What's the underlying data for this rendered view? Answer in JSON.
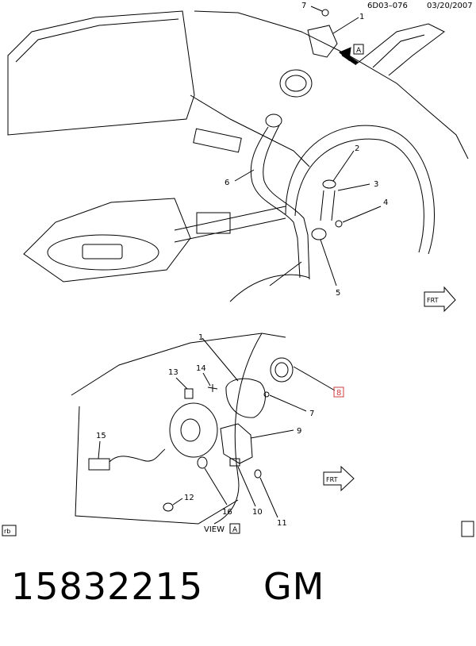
{
  "header": {
    "code": "6D03–076",
    "date": "03/20/2007"
  },
  "callouts": {
    "c1_top": "1",
    "c2": "2",
    "c3": "3",
    "c4": "4",
    "c5": "5",
    "c6": "6",
    "c7_top": "7",
    "c1_bottom": "1",
    "c7_bottom": "7",
    "c8": "8",
    "c9": "9",
    "c10": "10",
    "c11": "11",
    "c12": "12",
    "c13": "13",
    "c14": "14",
    "c15": "15",
    "c16": "16"
  },
  "view_marker": {
    "letter": "A"
  },
  "view_label": {
    "text": "VIEW",
    "letter": "A"
  },
  "front_labels": {
    "top": "FRT",
    "bottom": "FRT"
  },
  "corner_badge": "rb",
  "footer": {
    "part_number": "15832215",
    "make": "GM"
  },
  "colors": {
    "line": "#000000",
    "highlight_callout": "#d23c3c"
  }
}
